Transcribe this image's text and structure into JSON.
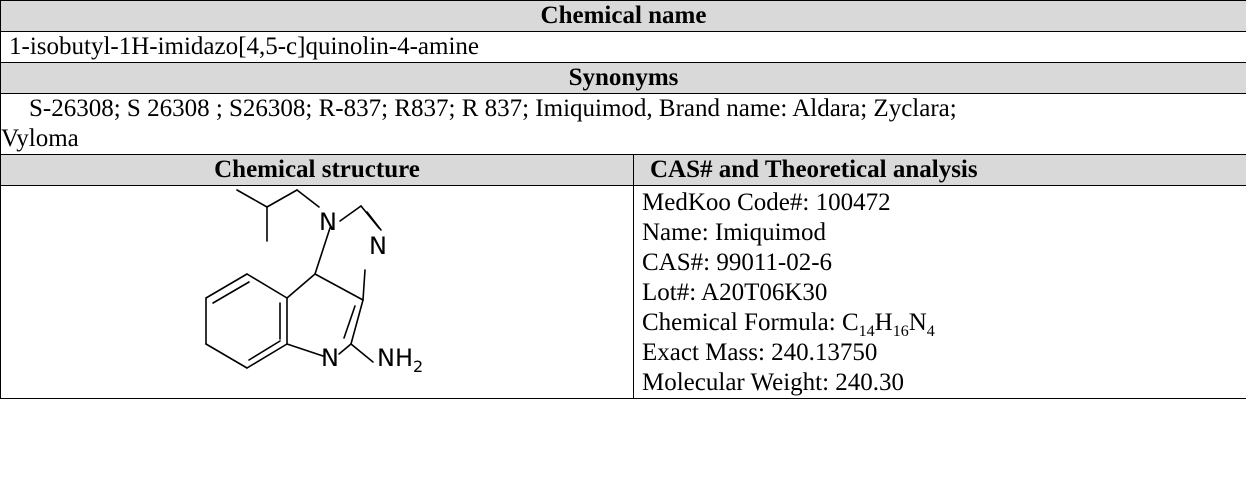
{
  "chemical_name": {
    "header": "Chemical name",
    "value": "1-isobutyl-1H-imidazo[4,5-c]quinolin-4-amine"
  },
  "synonyms": {
    "header": "Synonyms",
    "line1": "S-26308; S 26308 ; S26308; R-837; R837; R 837; Imiquimod, Brand name: Aldara; Zyclara;",
    "line2": "Vyloma"
  },
  "structure": {
    "header": "Chemical structure",
    "atoms": {
      "n1": "N",
      "n3": "N",
      "n5": "N",
      "nh2_main": "NH",
      "nh2_sub": "2"
    }
  },
  "analysis": {
    "header": "CAS# and Theoretical analysis",
    "medkoo_code": "MedKoo Code#: 100472",
    "name": "Name: Imiquimod",
    "cas": "CAS#: 99011-02-6",
    "lot": "Lot#: A20T06K30",
    "formula_label": "Chemical Formula: C",
    "formula_c": "14",
    "formula_h": "16",
    "formula_n": "4",
    "exact_mass": "Exact Mass: 240.13750",
    "molecular_weight": "Molecular Weight: 240.30"
  }
}
